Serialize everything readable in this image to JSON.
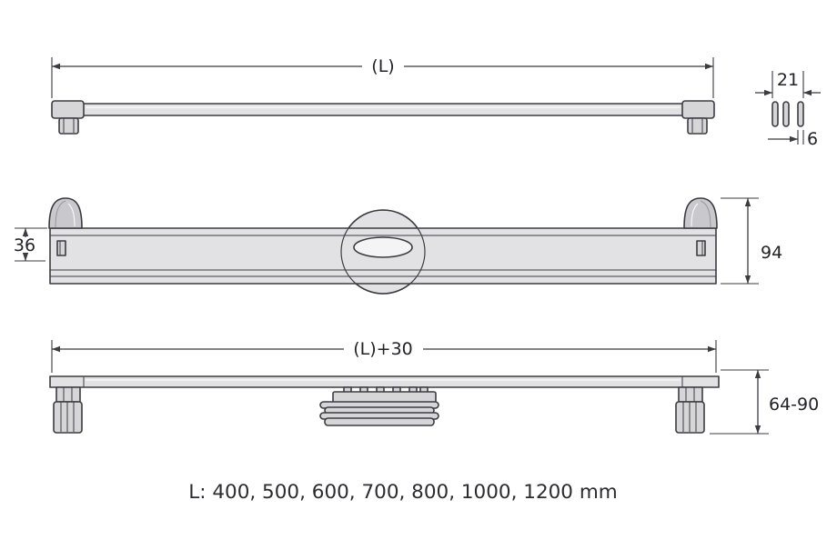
{
  "drawing": {
    "caption": "L: 400, 500, 600, 700, 800, 1000, 1200 mm",
    "top_view": {
      "length": "(L)",
      "grate_detail": {
        "span": "21",
        "slot": "6"
      }
    },
    "front_view": {
      "inner_depth": "36",
      "total_height": "94"
    },
    "underside_view": {
      "length": "(L)+30",
      "adjustable_height": "64-90"
    }
  },
  "colors": {
    "line": "#3b3b42",
    "fill_light": "#e2e2e5",
    "fill_mid": "#d6d6d9",
    "background": "#ffffff"
  }
}
